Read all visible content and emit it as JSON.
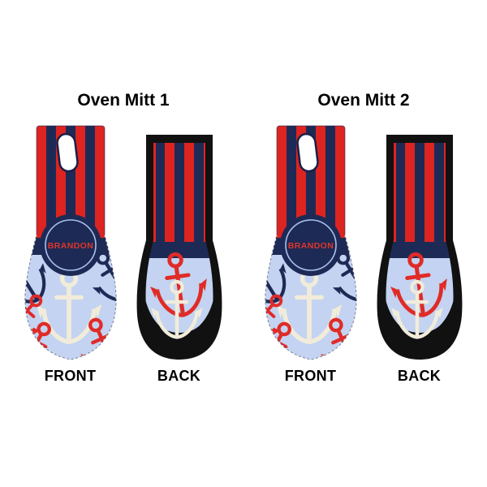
{
  "products": [
    {
      "title": "Oven Mitt 1",
      "monogram": "BRANDON",
      "views": [
        {
          "label": "FRONT"
        },
        {
          "label": "BACK"
        }
      ]
    },
    {
      "title": "Oven Mitt 2",
      "monogram": "BRANDON",
      "views": [
        {
          "label": "FRONT"
        },
        {
          "label": "BACK"
        }
      ]
    }
  ],
  "design": {
    "colors": {
      "stripe_red": "#dd2420",
      "navy": "#1e2a56",
      "light_blue": "#c3d3f1",
      "anchor_cream": "#f1ecda",
      "anchor_red": "#e02b27",
      "badge_navy": "#1e2a56",
      "badge_ring": "#a9c0ee",
      "monogram_red": "#e0392e",
      "mitt_black": "#111111",
      "hole_outline": "#17204a",
      "label_color": "#000000"
    }
  }
}
